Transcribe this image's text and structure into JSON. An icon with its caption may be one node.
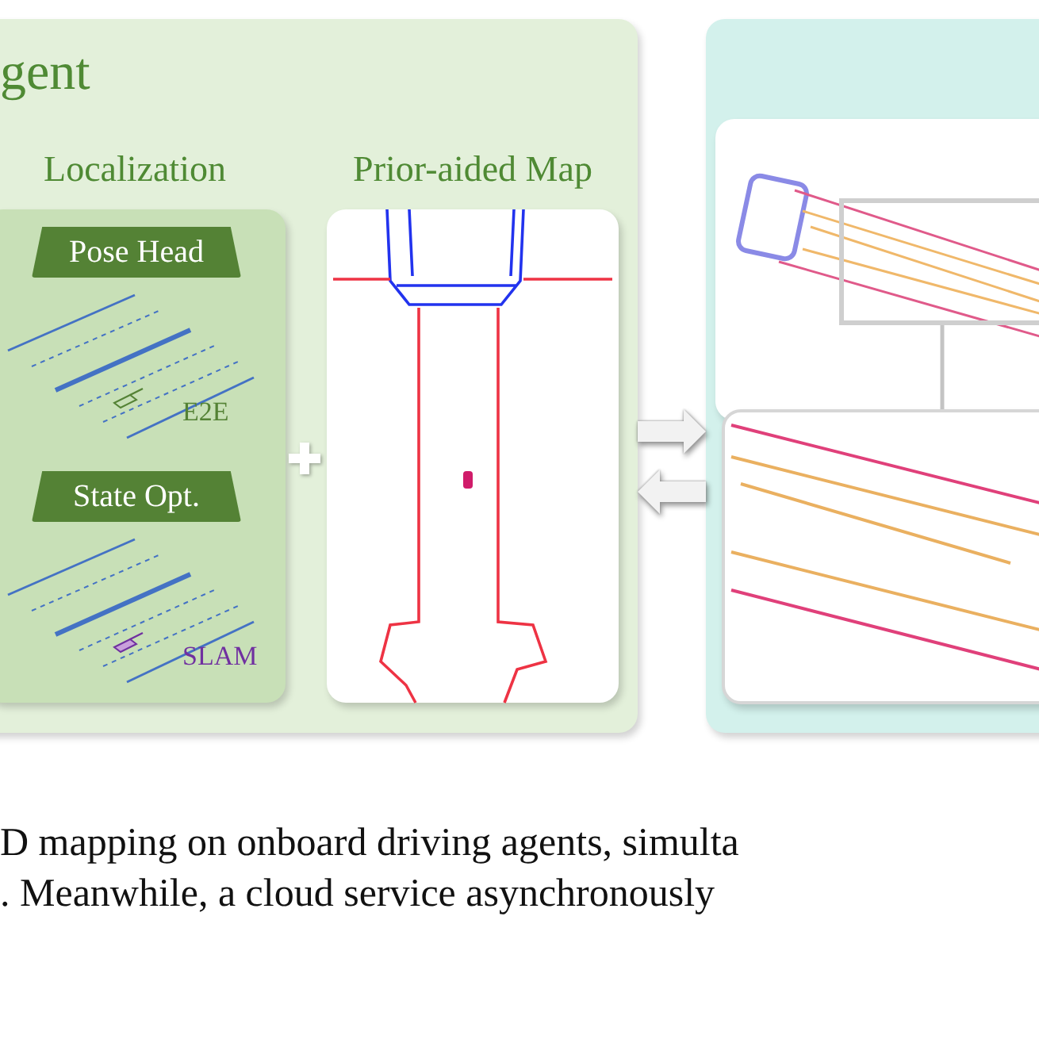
{
  "diagram": {
    "nodes": [
      {
        "text": [
          "gent"
        ]
      },
      {
        "text": [
          "Localization"
        ],
        "in": 0
      },
      {
        "text": [
          "Pose Head"
        ],
        "in": 1
      },
      {
        "text": [
          "State Opt."
        ],
        "in": 1
      },
      {
        "text": [
          "Prior-aided Map"
        ],
        "in": 0
      },
      {
        "text": [],
        "shape": "box"
      },
      {
        "text": [],
        "shape": "picture",
        "in": 5
      },
      {
        "text": [],
        "shape": "picture",
        "in": 5
      },
      {
        "text": [],
        "shape": "box",
        "in": 6
      }
    ],
    "edges": [
      {
        "from": 0,
        "to": 5,
        "arrow": "to"
      },
      {
        "from": 5,
        "to": 0,
        "arrow": "to"
      },
      {
        "from": 8,
        "to": 7,
        "arrow": "none",
        "color": "#c4c4c4"
      }
    ],
    "labels": [
      "E2E",
      "SLAM",
      "D mapping on onboard driving agents, simulta",
      ". Meanwhile, a cloud service asynchronously"
    ]
  }
}
